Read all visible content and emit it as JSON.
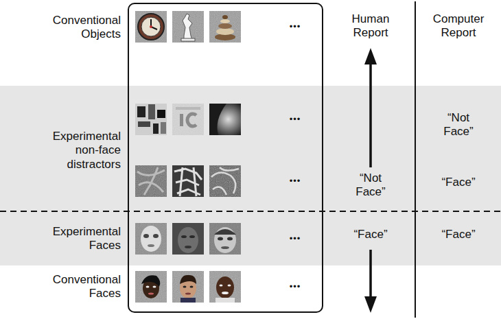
{
  "diagram": {
    "labels": [
      "Human Report",
      "Computer Report",
      "Conventional Objects",
      "Experimental non-face distractors",
      "“Not Face”",
      "“Face”",
      "“Not Face”",
      "Experimental Faces",
      "“Face”",
      "“Face”",
      "Conventional Faces",
      "•••",
      "•••",
      "•••",
      "•••",
      "•••"
    ]
  }
}
